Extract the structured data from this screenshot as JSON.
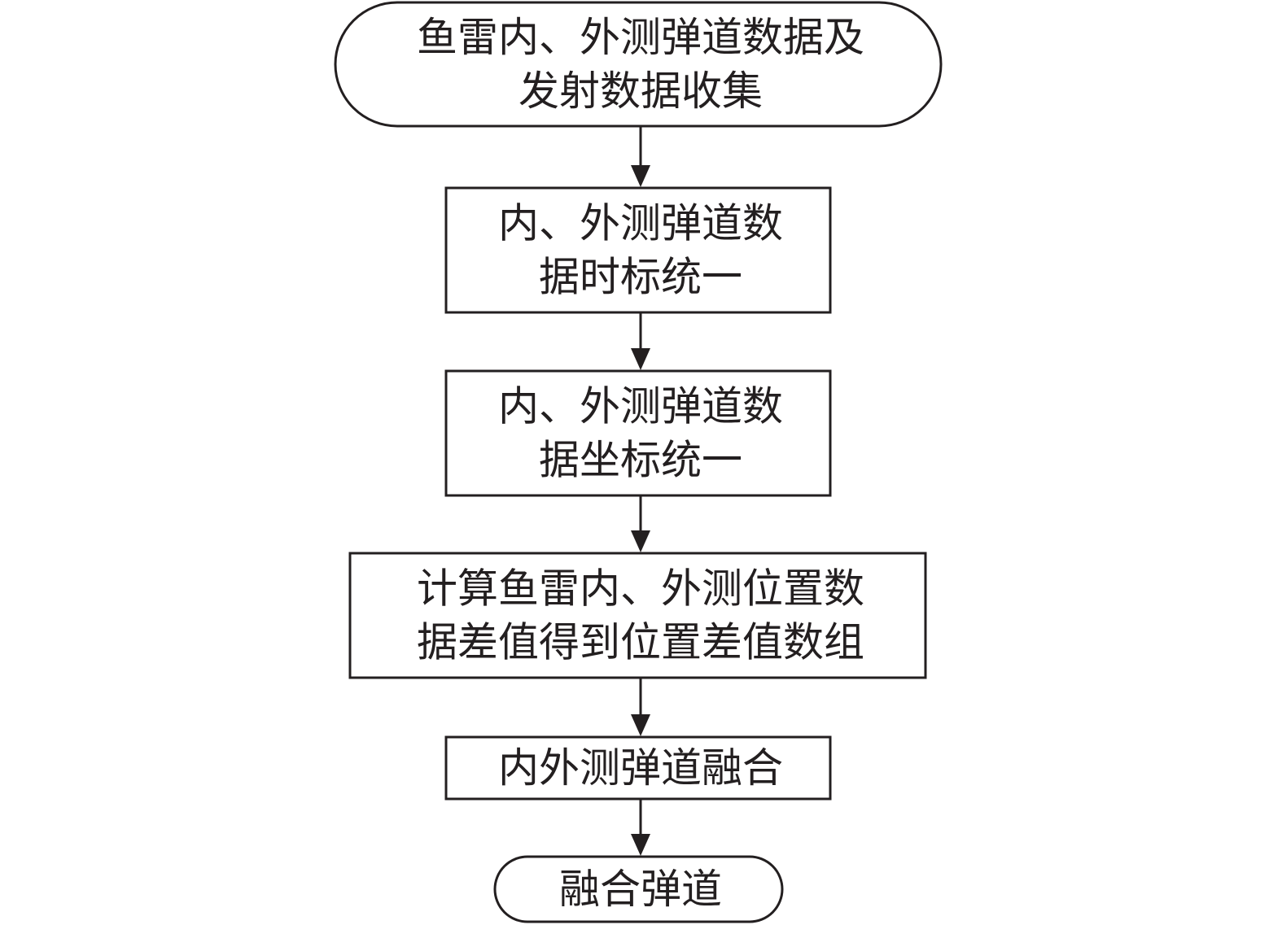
{
  "diagram": {
    "type": "flowchart",
    "direction": "top-to-bottom",
    "line_color": "#231f20",
    "background": "#ffffff",
    "nodes": [
      {
        "id": "collect",
        "shape": "terminal",
        "lines": [
          "鱼雷内、外测弹道数据及",
          "发射数据收集"
        ]
      },
      {
        "id": "time_unify",
        "shape": "process",
        "lines": [
          "内、外测弹道数",
          "据时标统一"
        ]
      },
      {
        "id": "coord_unify",
        "shape": "process",
        "lines": [
          "内、外测弹道数",
          "据坐标统一"
        ]
      },
      {
        "id": "diff_calc",
        "shape": "process",
        "lines": [
          "计算鱼雷内、外测位置数",
          "据差值得到位置差值数组"
        ]
      },
      {
        "id": "fusion",
        "shape": "process",
        "lines": [
          "内外测弹道融合"
        ]
      },
      {
        "id": "result",
        "shape": "terminal",
        "lines": [
          "融合弹道"
        ]
      }
    ],
    "edges": [
      {
        "from": "collect",
        "to": "time_unify"
      },
      {
        "from": "time_unify",
        "to": "coord_unify"
      },
      {
        "from": "coord_unify",
        "to": "diff_calc"
      },
      {
        "from": "diff_calc",
        "to": "fusion"
      },
      {
        "from": "fusion",
        "to": "result"
      }
    ]
  }
}
